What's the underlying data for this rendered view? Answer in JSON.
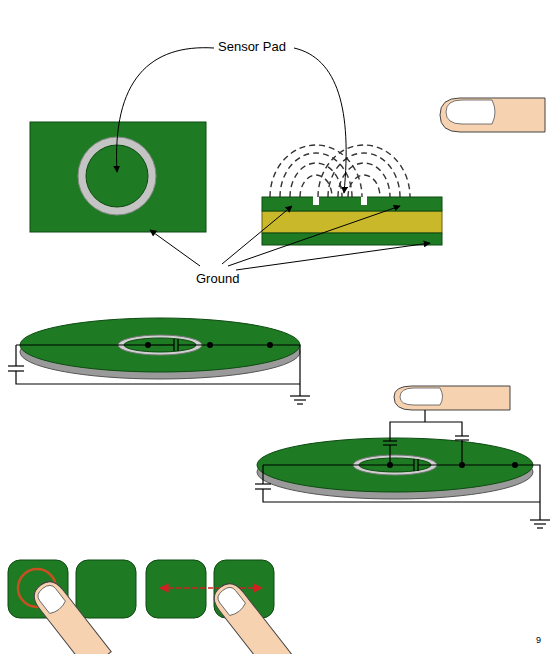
{
  "diagram": {
    "labels": [
      "Sensor Pad",
      "Ground",
      "9"
    ]
  }
}
